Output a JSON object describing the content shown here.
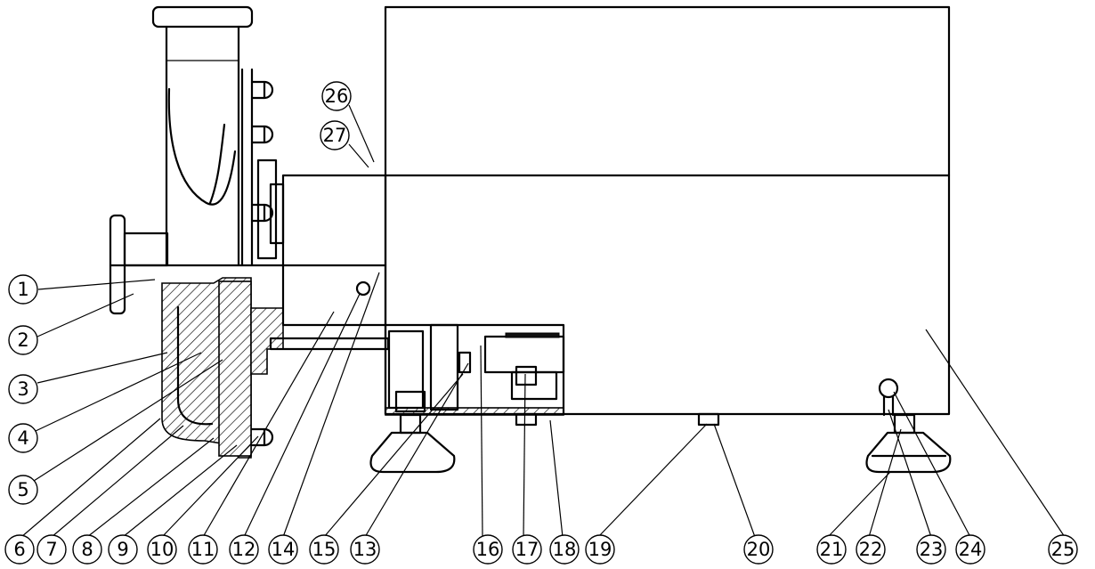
{
  "drawing": {
    "balloons": [
      {
        "label": "1"
      },
      {
        "label": "2"
      },
      {
        "label": "3"
      },
      {
        "label": "4"
      },
      {
        "label": "5"
      },
      {
        "label": "6"
      },
      {
        "label": "7"
      },
      {
        "label": "8"
      },
      {
        "label": "9"
      },
      {
        "label": "10"
      },
      {
        "label": "11"
      },
      {
        "label": "12"
      },
      {
        "label": "14"
      },
      {
        "label": "15"
      },
      {
        "label": "13"
      },
      {
        "label": "16"
      },
      {
        "label": "17"
      },
      {
        "label": "18"
      },
      {
        "label": "19"
      },
      {
        "label": "20"
      },
      {
        "label": "21"
      },
      {
        "label": "22"
      },
      {
        "label": "23"
      },
      {
        "label": "24"
      },
      {
        "label": "25"
      },
      {
        "label": "26"
      },
      {
        "label": "27"
      }
    ]
  }
}
